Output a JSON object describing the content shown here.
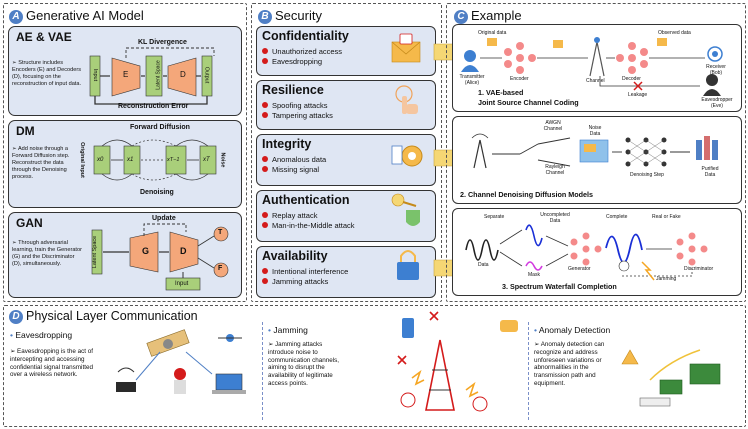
{
  "panel_a": {
    "badge": "A",
    "title": "Generative AI Model",
    "ae": {
      "title": "AE & VAE",
      "desc": "Structure includes Encoders (E) and Decoders (D), focusing on the reconstruction of input data.",
      "kl": "KL Divergence",
      "recon": "Reconstruction Error",
      "input": "Input",
      "output": "Output",
      "e": "E",
      "d": "D",
      "latent": "Latent Space"
    },
    "dm": {
      "title": "DM",
      "desc": "Add noise through a Forward Diffusion step. Reconstruct the data through the Denoising process.",
      "forward": "Forward Diffusion",
      "denoise": "Denoising",
      "original": "Original Input",
      "noise": "Noise",
      "x0": "x0",
      "x1": "x1",
      "xt1": "xT−1",
      "xt": "xT"
    },
    "gan": {
      "title": "GAN",
      "desc": "Through adversarial learning, train the Generator (G) and the Discriminator (D), simultaneously.",
      "update": "Update",
      "latent": "Latent Space",
      "g": "G",
      "d": "D",
      "t": "T",
      "f": "F",
      "input": "Input"
    }
  },
  "panel_b": {
    "badge": "B",
    "title": "Security",
    "items": [
      {
        "title": "Confidentiality",
        "bullets": [
          "Unauthorized access",
          "Eavesdropping"
        ]
      },
      {
        "title": "Resilience",
        "bullets": [
          "Spoofing attacks",
          "Tampering attacks"
        ]
      },
      {
        "title": "Integrity",
        "bullets": [
          "Anomalous data",
          "Missing signal"
        ]
      },
      {
        "title": "Authentication",
        "bullets": [
          "Replay attack",
          "Man-in-the-Middle attack"
        ]
      },
      {
        "title": "Availability",
        "bullets": [
          "Intentional interference",
          "Jamming attacks"
        ]
      }
    ]
  },
  "panel_c": {
    "badge": "C",
    "title": "Example",
    "ex1": {
      "original": "Original data",
      "observed": "Observed data",
      "transmitter": "Transmitter (Alice)",
      "encoder": "Encoder",
      "channel": "Channel",
      "decoder": "Decoder",
      "receiver": "Receiver (Bob)",
      "leakage": "Leakage",
      "eve": "Eavesdropper (Eve)",
      "caption1": "1.      VAE-based",
      "caption2": "Joint Source Channel Coding"
    },
    "ex2": {
      "awgn": "AWGN Channel",
      "rayleigh": "Rayleigh Channel",
      "noise": "Noise Data",
      "step": "Denoising Step",
      "purified": "Purified Data",
      "caption": "2. Channel Denoising Diffusion Models"
    },
    "ex3": {
      "separate": "Separate",
      "data": "Data",
      "mask": "Mask",
      "uncompleted": "Uncompleted Data",
      "generator": "Generator",
      "complete": "Complete",
      "real_fake": "Real or Fake",
      "discriminator": "Discriminator",
      "jamming": "Jamming",
      "caption": "3. Spectrum Waterfall Completion"
    }
  },
  "panel_d": {
    "badge": "D",
    "title": "Physical Layer Communication",
    "cols": [
      {
        "title": "Eavesdropping",
        "desc": "Eavesdropping is the act of intercepting and accessing confidential signal transmitted over a wireless network."
      },
      {
        "title": "Jamming",
        "desc": "Jamming attacks introduce noise to communication channels, aiming to disrupt the availability of legitimate access points."
      },
      {
        "title": "Anomaly Detection",
        "desc": "Anomaly detection can recognize and address unforeseen variations or abnormalities in the transmission path and equipment."
      }
    ]
  },
  "colors": {
    "accent": "#4f7fc5",
    "box": "#dfe6f3",
    "encoder": "#f4a77a",
    "latent": "#a9cf7a",
    "bullet": "#d41b1b",
    "arrow": "#f5d774"
  }
}
